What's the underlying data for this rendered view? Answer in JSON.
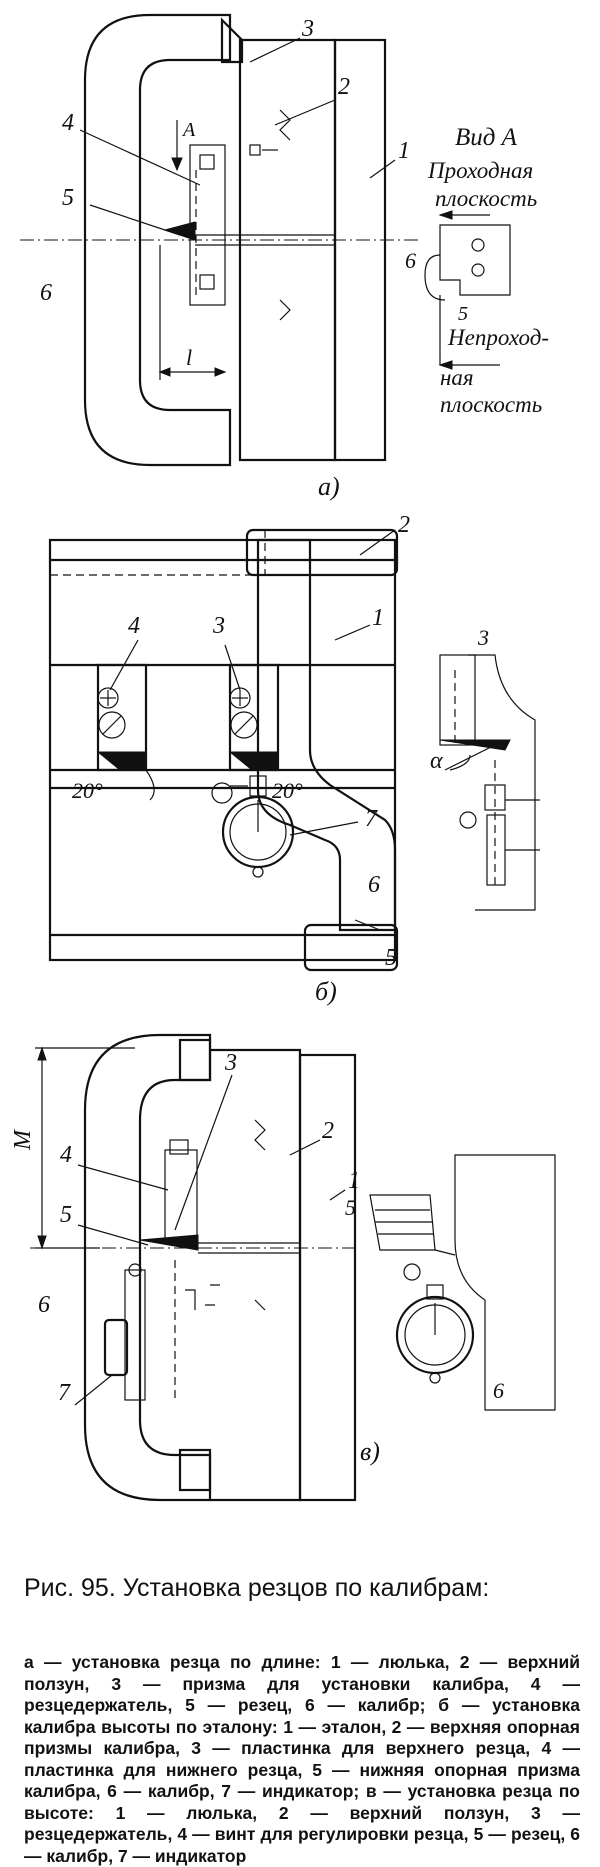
{
  "figure": {
    "view_a": {
      "callouts": [
        "3",
        "2",
        "1",
        "4",
        "5",
        "6"
      ],
      "arrow_label": "A",
      "dimension_label": "l",
      "panel_label": "а)",
      "inset": {
        "title": "Вид А",
        "top_label_1": "Проходная",
        "top_label_2": "плоскость",
        "bottom_label_1": "Непроход-",
        "bottom_label_2": "ная",
        "bottom_label_3": "плоскость",
        "callout_6": "6",
        "callout_5": "5"
      }
    },
    "view_b": {
      "callouts": [
        "2",
        "1",
        "4",
        "3",
        "7",
        "6",
        "5"
      ],
      "angle_left": "20°",
      "angle_right": "20°",
      "panel_label": "б)",
      "inset": {
        "callout_3": "3",
        "angle_symbol": "α"
      }
    },
    "view_c": {
      "callouts": [
        "3",
        "2",
        "1",
        "4",
        "5",
        "6",
        "7"
      ],
      "dimension_label": "М",
      "panel_label": "в)",
      "inset": {
        "callout_5": "5",
        "callout_6": "6"
      }
    }
  },
  "caption": {
    "title": "Рис. 95. Установка резцов по калибрам:",
    "body": "а — установка резца по длине: 1 — люлька, 2 — верхний ползун, 3 — призма для установки калибра, 4 — резцедержатель, 5 — резец, 6 — калибр; б — установка калибра высоты по эталону: 1 — эталон, 2 — верхняя опорная призмы калибра, 3 — пластинка для верхнего резца, 4 — пластинка для нижнего резца, 5 — нижняя опорная призма калибра, 6 — калибр, 7 — индикатор; в — установка резца по высоте: 1 — люлька, 2 — верхний ползун, 3 — резцедержатель, 4 — винт для регулировки резца, 5 — резец, 6 — калибр, 7 — индикатор"
  }
}
